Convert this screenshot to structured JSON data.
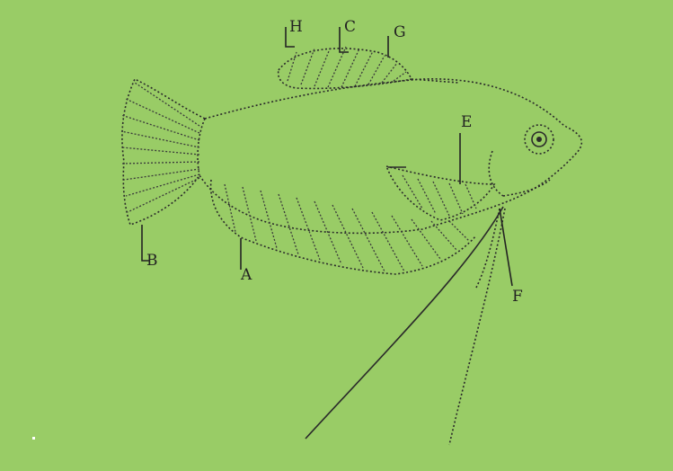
{
  "labels": {
    "H": "H",
    "C": "C",
    "G": "G",
    "E": "E",
    "B": "B",
    "A": "A",
    "F": "F"
  },
  "colors": {
    "background": "#99cc66",
    "ink": "#2a2a2a",
    "frame": "#ffffff"
  }
}
